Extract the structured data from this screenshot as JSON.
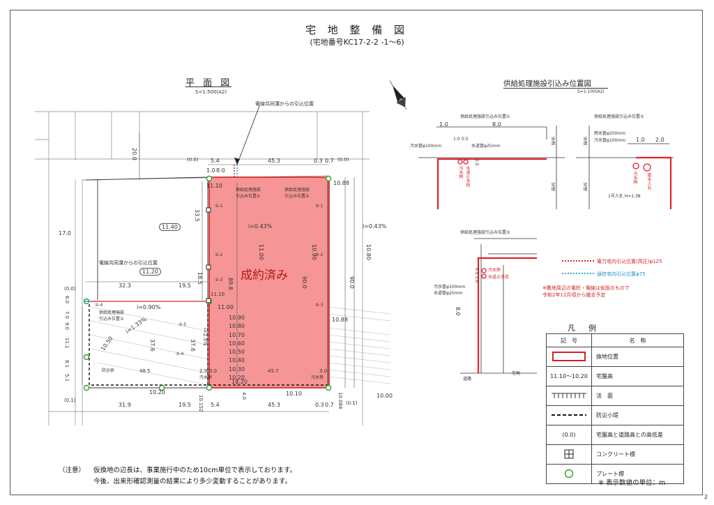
{
  "title": "宅 地 整 備 図",
  "subtitle": "(宅地番号KC17-2-2 -1～6)",
  "plan": {
    "heading": "平 面 図",
    "scale": "S=1:500(A2)",
    "sold_label": "成約済み",
    "callout_top": "電線共同溝からの引込位置",
    "callout_left": "電線共同溝からの引込位置",
    "intake1": "供給処理施設\n引込み位置①",
    "intake2": "供給処理施設\n引込み位置②",
    "intake3": "供給処理施設\n引込み位置③",
    "slope1": "i=0.43%",
    "slope2": "i=0.43%",
    "slope3": "i=0.90%",
    "slope4": "i=1.33%",
    "slope5": "i=2.5%",
    "slope_levels": [
      "10.90",
      "10.80",
      "10.70",
      "10.60",
      "10.50",
      "10.40",
      "10.30",
      "10.20"
    ],
    "dims": {
      "d_0_0_top": "(0.0)",
      "d_5_4_top": "5.4",
      "d_45_3_top": "45.3",
      "d_0_3_top": "0.3",
      "d_0_7_top": "0.7",
      "d_0_0_topr": "(0.0)",
      "d_20_0": "20.0",
      "d_17_0": "17.0",
      "d_33_5": "33.5",
      "d_18_5": "18.5",
      "d_32_3": "32.3",
      "d_19_5": "19.5",
      "d_11_40": "11.40",
      "d_11_20": "11.20",
      "d_11_00a": "11.00",
      "d_11_00b": "11.00",
      "d_10_90": "10.90",
      "d_89_8": "89.8",
      "d_90_0a": "90.0",
      "d_90_0b": "90.0",
      "d_10_80": "10.80",
      "d_10_88a": "10.88",
      "d_10_88b": "10.88",
      "d_11_10a": "11.10",
      "d_11_10b": "11.10",
      "d_1_0": "1.0",
      "d_8_0": "8.0",
      "d_0_0_left": "(0.0)",
      "d_6_0": "6.0",
      "d_7_0": "7.0",
      "d_9_0": "9.0",
      "d_11_1": "11.1",
      "d_8_1": "8.1",
      "d_5_1": "5.1",
      "d_37_6a": "37.6",
      "d_37_6b": "37.6",
      "d_10_50": "10.50",
      "d_48_5": "48.5",
      "d_45_7": "45.7",
      "d_10_20a": "10.20",
      "d_10_20b": "10.20",
      "d_10_10": "10.10",
      "d_10_00": "10.00",
      "d_0_1a": "(0.1)",
      "d_0_1b": "(0.1)",
      "d_31_9": "31.9",
      "d_19_5b": "19.5",
      "d_5_4b": "5.4",
      "d_45_3b": "45.3",
      "d_0_3b": "0.3",
      "d_0_7b": "0.7",
      "d_10_152": "10.152",
      "d_10_084": "10.084",
      "d_2_9": "2.9",
      "d_3_0a": "3.0",
      "d_3_0b": "3.0",
      "d_4_0": "4.0"
    },
    "markers": {
      "m2_1": "②-1",
      "m2_2": "②-2",
      "m2_3": "②-3",
      "m2_4": "②-4",
      "m2_5": "②-5",
      "m3_1": "③-1",
      "m3_2": "③-2",
      "m3_3": "③-3",
      "m3_4": "③-4",
      "bousai": "防災枡",
      "osui1": "汚水桝",
      "osui2": "汚水桝"
    }
  },
  "supply": {
    "heading": "供給処理施設引込み位置図",
    "scale": "S=1:100(A2)",
    "fig1": {
      "title": "供給処理施設引込み位置①",
      "d1": "1.0",
      "d2": "8.0",
      "d3": "1.0",
      "d4": "0.5",
      "pipe1": "汚水管φ100mm",
      "pipe2": "水道管φ25mm",
      "sub1": "汚水桝",
      "sub2": "水道止水栓",
      "v1": "0.5",
      "side1": "歩道",
      "side2": "宅地"
    },
    "fig2": {
      "title": "供給処理施設引込み位置②",
      "d1": "1.0",
      "d2": "2.0",
      "pipe1": "雨水管φ200mm",
      "pipe2": "汚水管φ100mm",
      "sub1": "汚水桝",
      "sub2": "雨水人孔",
      "note": "1号人孔 H=1.38",
      "side1": "歩道",
      "side2": "宅地"
    },
    "fig3": {
      "title": "供給処理施設引込み位置③",
      "v1": "0.5",
      "v2": "1.0",
      "v3": "8.0",
      "pipe1": "汚水管φ100mm",
      "pipe2": "水道管φ25mm",
      "sub1": "汚水桝",
      "sub2": "水道止水栓",
      "road": "道路",
      "lot": "宅地"
    },
    "line1": "電力宅内引込位置(高圧)φ125",
    "line2": "通信宅内引込位置φ75",
    "remark": "※敷地周辺の電柱・電線は仮設のもので\n令和2年12月頃から撤去予定"
  },
  "legend": {
    "title": "凡　例",
    "col1": "記　号",
    "col2": "名　称",
    "rows": [
      {
        "symbol": "",
        "name": "換地位置"
      },
      {
        "symbol": "11.10～10.20",
        "name": "宅盤高"
      },
      {
        "symbol": "",
        "name": "法　面"
      },
      {
        "symbol": "",
        "name": "防災小堤"
      },
      {
        "symbol": "(0.0)",
        "name": "宅盤高と道路高との高低差"
      },
      {
        "symbol": "",
        "name": "コンクリート標"
      },
      {
        "symbol": "",
        "name": "プレート標"
      }
    ],
    "unit_note": "※ 表示数値の単位：m"
  },
  "notes": {
    "label": "（注意）",
    "line1": "仮換地の辺長は、事業施行中のため10cm単位で表示しております。",
    "line2": "今後、出来形確認測量の結果により多少変動することがあります。"
  },
  "page_number": "2",
  "colors": {
    "lot_fill": "#f58a8a",
    "lot_border": "#d42020",
    "power": "#e0232a",
    "comm": "#2aa6df",
    "plate": "#2ea02e"
  }
}
